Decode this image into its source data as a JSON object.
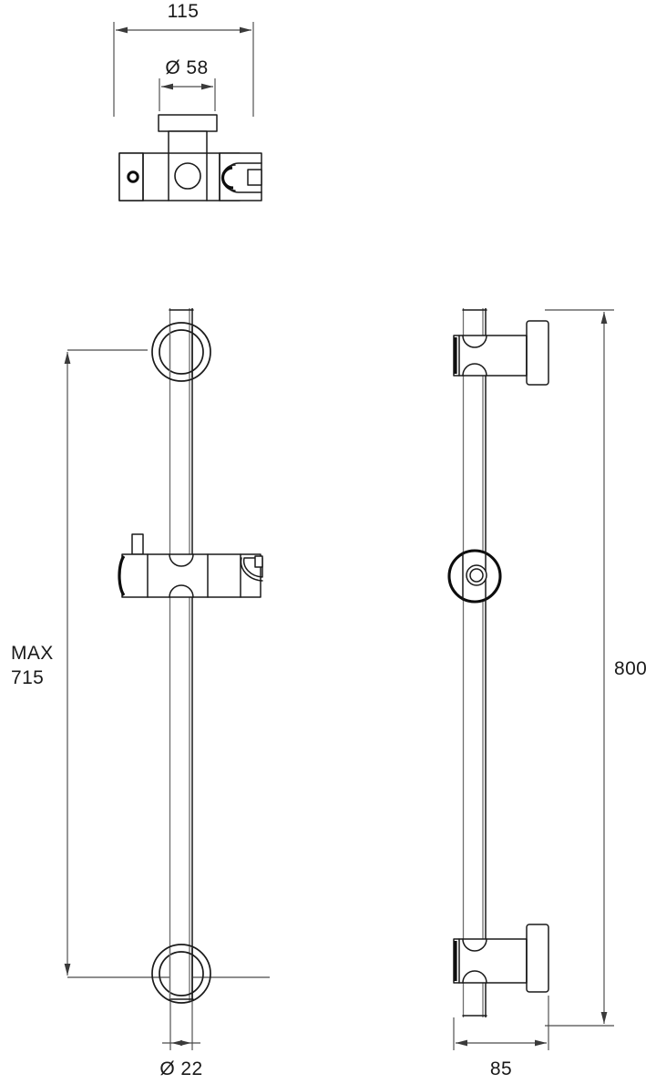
{
  "drawing": {
    "title": "Shower Slide Rail Dimensional Drawing",
    "units": "mm",
    "background_color": "#ffffff",
    "line_color": "#1a1a1a",
    "dimension_color": "#4a4a4a",
    "text_color": "#1a1a1a"
  },
  "views": {
    "top": {
      "name": "top-view",
      "label": ""
    },
    "front": {
      "name": "front-elevation",
      "label": ""
    },
    "side": {
      "name": "side-elevation",
      "label": ""
    }
  },
  "dimensions": {
    "overall_width": {
      "value": "115",
      "name": "dimension-115",
      "view": "top",
      "orientation": "horizontal"
    },
    "bracket_diameter": {
      "value": "Ø 58",
      "name": "dimension-d58",
      "view": "top",
      "orientation": "horizontal"
    },
    "max_travel": {
      "line1": "MAX",
      "line2": "715",
      "value": "MAX 715",
      "name": "dimension-max-715",
      "view": "front",
      "orientation": "vertical"
    },
    "rail_diameter": {
      "value": "Ø 22",
      "name": "dimension-d22",
      "view": "front",
      "orientation": "horizontal"
    },
    "overall_height": {
      "value": "800",
      "name": "dimension-800",
      "view": "side",
      "orientation": "vertical"
    },
    "projection_depth": {
      "value": "85",
      "name": "dimension-85",
      "view": "side",
      "orientation": "horizontal"
    }
  }
}
